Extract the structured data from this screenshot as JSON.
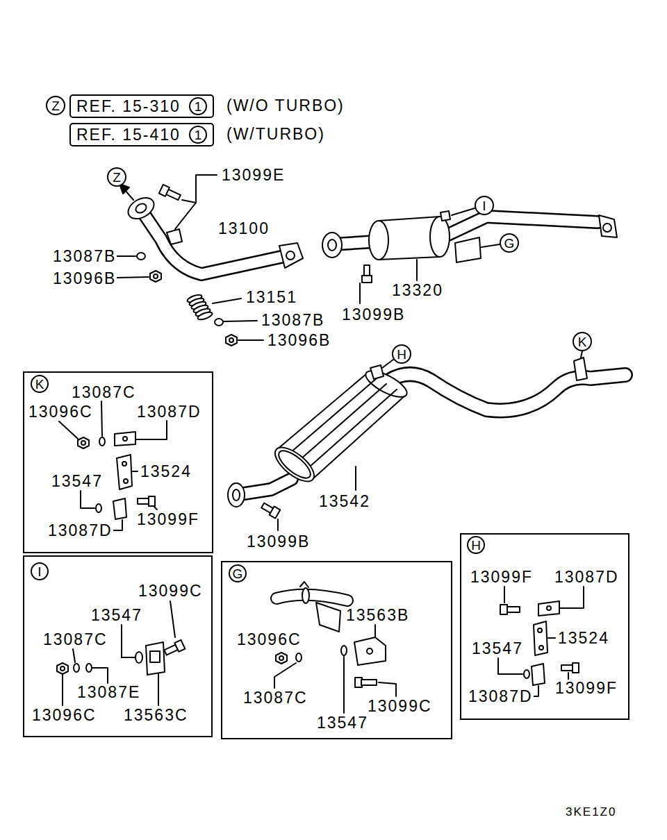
{
  "diagram": {
    "nodes": [
      {
        "text": [
          "Z"
        ]
      },
      {
        "text": [
          "REF. 15-310"
        ]
      },
      {
        "text": [
          "1"
        ],
        "in": 1
      },
      {
        "text": [
          "REF. 15-410"
        ]
      },
      {
        "text": [
          "1"
        ],
        "in": 3
      },
      {
        "text": [
          "Z"
        ]
      },
      {
        "text": [
          "I"
        ]
      },
      {
        "text": [
          "G"
        ]
      },
      {
        "text": [
          "K"
        ]
      },
      {
        "text": [
          "H"
        ]
      },
      {
        "text": [
          "13087C",
          "13096C",
          "13087D",
          "13524",
          "13547",
          "13099F",
          "13087D"
        ]
      },
      {
        "text": [
          "K"
        ],
        "in": 10
      },
      {
        "text": [
          "13099F",
          "13087D",
          "13524",
          "13547",
          "13099F",
          "13087D"
        ]
      },
      {
        "text": [
          "H"
        ],
        "in": 12
      },
      {
        "text": [
          "13099C",
          "13547",
          "13087C",
          "13087E",
          "13096C",
          "13563C"
        ]
      },
      {
        "text": [
          "I"
        ],
        "in": 14
      },
      {
        "text": [
          "13563B",
          "13096C",
          "13087C",
          "13099C",
          "13547"
        ]
      },
      {
        "text": [
          "G"
        ],
        "in": 16
      }
    ],
    "labels": [
      "(W/O TURBO)",
      "(W/TURBO)",
      "13099E",
      "13100",
      "13087B",
      "13096B",
      "13320",
      "13151",
      "13099B",
      "13087B",
      "13096B",
      "13542",
      "13099B",
      "3KE1Z0"
    ]
  }
}
